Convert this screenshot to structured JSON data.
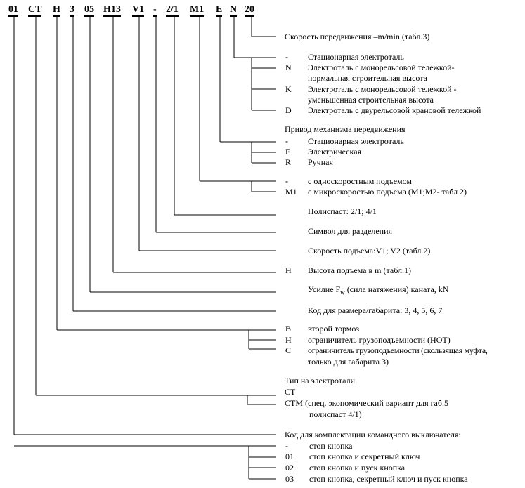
{
  "codes": [
    "01",
    "CT",
    "H",
    "3",
    "05",
    "H13",
    "V1",
    "-",
    "2/1",
    "M1",
    "E",
    "N",
    "20"
  ],
  "speed": {
    "label": "Скорость  передвижения –m/min (табл.3)"
  },
  "hoist_type": {
    "items": [
      {
        "key": "-",
        "text": "Стационарная электроталь"
      },
      {
        "key": "N",
        "text": "Электроталь с монорельсовой тележкой-"
      },
      {
        "key": "",
        "text": "нормальная строительная высота"
      },
      {
        "key": "K",
        "text": "Электроталь с монорельсовой тележкой -"
      },
      {
        "key": "",
        "text": "уменьшенная строительная высота"
      },
      {
        "key": "D",
        "text": "Электроталь с двурельсовой крановой тележкой"
      }
    ]
  },
  "travel_drive": {
    "title": "Привод механизма передвижения",
    "items": [
      {
        "key": "-",
        "text": "Стационарная электроталь"
      },
      {
        "key": "E",
        "text": "Электрическая"
      },
      {
        "key": "R",
        "text": "Ручная"
      }
    ]
  },
  "lift_mode": {
    "items": [
      {
        "key": "-",
        "text": "с односкоростным подъемом"
      },
      {
        "key": "M1",
        "text": "с микроскоростью подъема (M1;M2- табл 2)"
      }
    ]
  },
  "pulley": {
    "label": "Полиспаст: 2/1; 4/1"
  },
  "separator": {
    "label": "Символ для разделения"
  },
  "lift_speed": {
    "label": "Скорость подъема:V1; V2 (табл.2)"
  },
  "lift_height": {
    "key": "H",
    "label": "Высота подъема в m (табл.1)"
  },
  "rope_force": {
    "pre": "Усилие  F",
    "sub": "w",
    "post": " (сила натяжения) каната, kN"
  },
  "size_code": {
    "label": "Код для размера/габарита: 3, 4, 5, 6, 7"
  },
  "brake_options": {
    "items": [
      {
        "key": "B",
        "text": "второй тормоз"
      },
      {
        "key": "H",
        "text": "ограничитель грузоподъемности (НОТ)"
      },
      {
        "key": "C",
        "text": "ограничитель  грузоподъемности  (скользящая  муфта,"
      },
      {
        "key": "",
        "text": "только для габарита 3)"
      }
    ]
  },
  "hoist_kind": {
    "title": "Тип на электротали",
    "items": [
      {
        "key": "",
        "text": "CT"
      },
      {
        "key": "",
        "text": "CTM (спец. экономический вариант для габ.5"
      },
      {
        "key": "",
        "text": "полиспаст 4/1)"
      }
    ]
  },
  "control": {
    "title": "Код для комплектации  командного выключателя:",
    "items": [
      {
        "key": "-",
        "text": "стоп кнопка"
      },
      {
        "key": "01",
        "text": "стоп кнопка и секретный ключ"
      },
      {
        "key": "02",
        "text": "стоп кнопка и пуск кнопка"
      },
      {
        "key": "03",
        "text": "стоп кнопка, секретный ключ и пуск кнопка"
      }
    ]
  }
}
